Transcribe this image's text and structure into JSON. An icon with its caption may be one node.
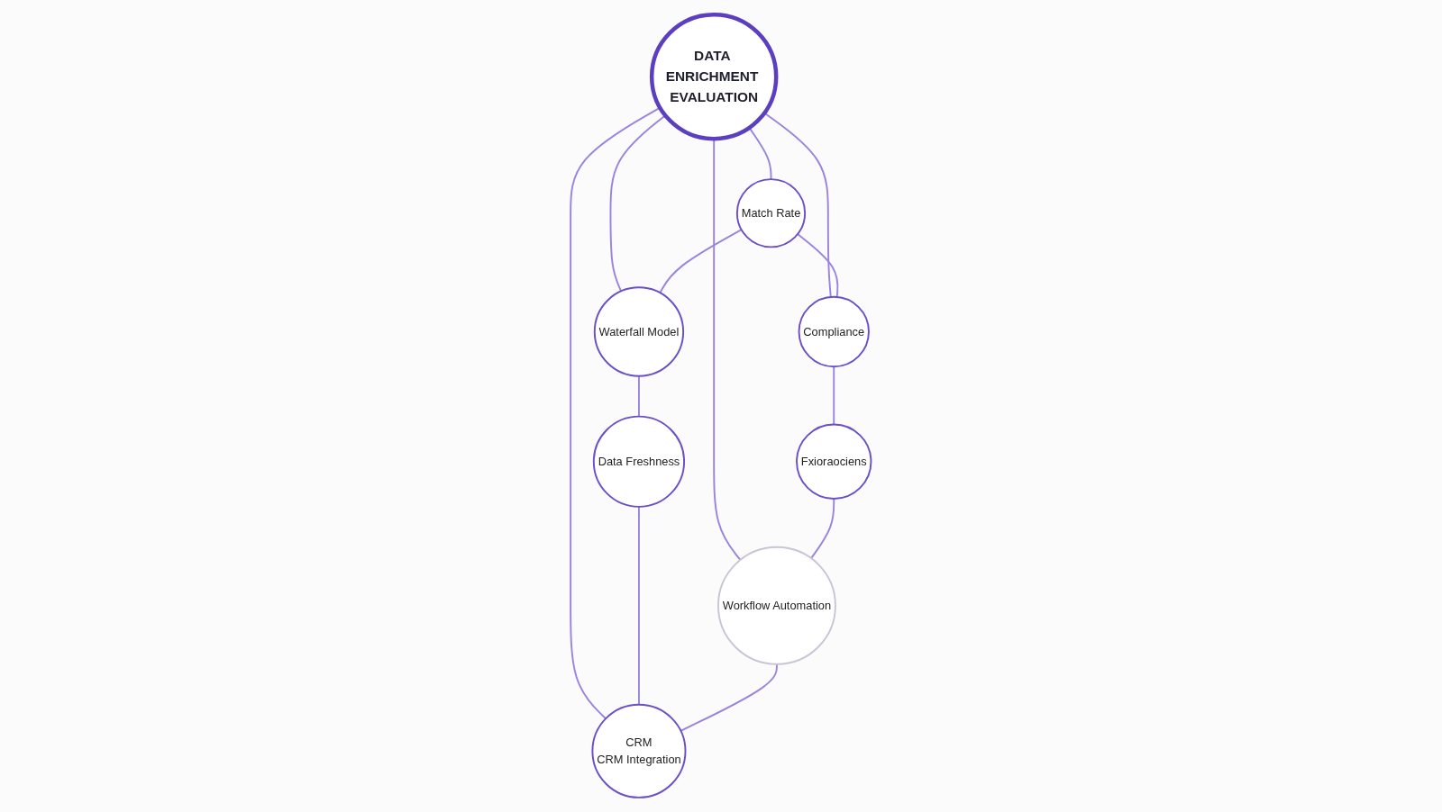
{
  "diagram": {
    "nodes": [
      {
        "text": [
          "Match Rate"
        ]
      },
      {
        "text": [
          "Compliance"
        ]
      },
      {
        "text": [
          "Waterfall Model"
        ]
      },
      {
        "text": [
          "DATA ENRICHMENT EVALUATION"
        ]
      },
      {
        "text": [
          "Fxioraociens"
        ]
      },
      {
        "text": [
          "Data Freshness"
        ]
      },
      {
        "text": [
          "Workflow Automation"
        ]
      },
      {
        "text": [
          "CRM",
          "CRM Integration"
        ]
      }
    ],
    "edges": [
      {
        "from": 3,
        "to": 0,
        "arrow": "none"
      },
      {
        "from": 3,
        "to": 1,
        "arrow": "none"
      },
      {
        "from": 3,
        "to": 2,
        "arrow": "none"
      },
      {
        "from": 3,
        "to": 6,
        "arrow": "none"
      },
      {
        "from": 3,
        "to": 7,
        "arrow": "none"
      },
      {
        "from": 0,
        "to": 1,
        "arrow": "none"
      },
      {
        "from": 0,
        "to": 2,
        "arrow": "none"
      },
      {
        "from": 1,
        "to": 4,
        "arrow": "none"
      },
      {
        "from": 2,
        "to": 5,
        "arrow": "none"
      },
      {
        "from": 4,
        "to": 6,
        "arrow": "none"
      },
      {
        "from": 5,
        "to": 7,
        "arrow": "none"
      },
      {
        "from": 6,
        "to": 7,
        "arrow": "none"
      }
    ]
  }
}
